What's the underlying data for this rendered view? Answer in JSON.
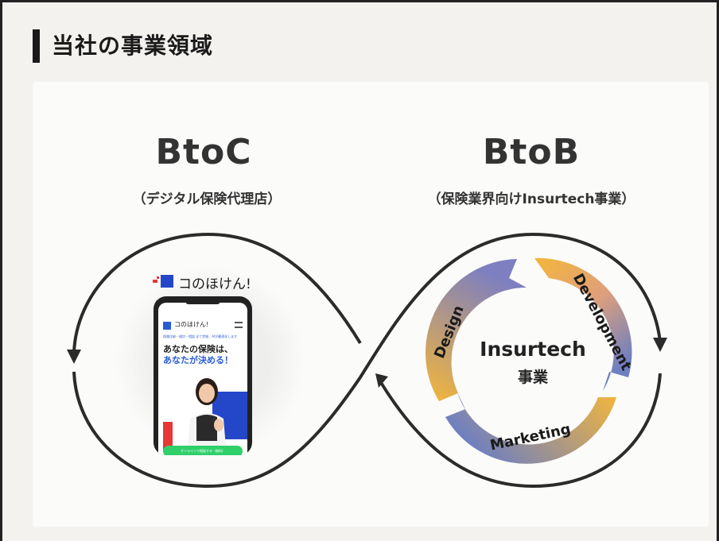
{
  "header": {
    "title": "当社の事業領域"
  },
  "btoc": {
    "title": "BtoC",
    "subtitle": "（デジタル保険代理店）",
    "brand": "コのほけん!",
    "phone": {
      "app_name": "コのほけん!",
      "small_text": "保険比較・検討・相談 全て完結、AIが最適化します",
      "headline_1": "あなたの保険は、",
      "headline_2": "あなたが決める！",
      "cta": "オンラインで相談する（無料）"
    }
  },
  "btob": {
    "title": "BtoB",
    "subtitle": "（保険業界向けInsurtech事業）",
    "center_title": "Insurtech",
    "center_sub": "事業",
    "cycle": [
      "Design",
      "Development",
      "Marketing"
    ]
  },
  "colors": {
    "accent_blue": "#2447c9",
    "accent_red": "#e53935",
    "cycle_orange": "#f4b63a",
    "cycle_blue": "#6e7fc1"
  }
}
